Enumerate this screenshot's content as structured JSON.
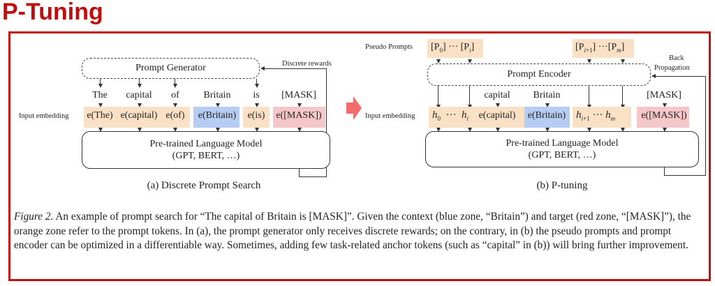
{
  "slide_title": "P-Tuning",
  "frame_color": "#c40f0f",
  "zone_colors": {
    "orange": "#fae1c6",
    "blue": "#b5cdf3",
    "red": "#f6c7c9",
    "transition_arrow": "#f46b6e"
  },
  "panel_a": {
    "generator_label": "Prompt Generator",
    "feedback_label": "Discrete rewards",
    "row_label": "Input embedding",
    "tokens": [
      "The",
      "capital",
      "of",
      "Britain",
      "is",
      "[MASK]"
    ],
    "embeddings": [
      "e(The)",
      "e(capital)",
      "e(of)",
      "e(Britain)",
      "e(is)",
      "e([MASK])"
    ],
    "model_line1": "Pre-trained Language Model",
    "model_line2": "(GPT, BERT, …)",
    "subcaption": "(a) Discrete Prompt Search"
  },
  "panel_b": {
    "pseudo_label": "Pseudo Prompts",
    "pseudo_left": "[P0] ··· [Pi]",
    "pseudo_right": "[Pi+1] ··· [Pm]",
    "encoder_label": "Prompt Encoder",
    "feedback_label_1": "Back",
    "feedback_label_2": "Propagation",
    "row_label": "Input embedding",
    "tokens": [
      "capital",
      "Britain",
      "[MASK]"
    ],
    "embeddings": [
      "h0 ··· hi",
      "e(capital)",
      "e(Britain)",
      "hi+1 ··· hm",
      "e([MASK])"
    ],
    "model_line1": "Pre-trained Language Model",
    "model_line2": "(GPT, BERT, …)",
    "subcaption": "(b) P-tuning"
  },
  "caption": {
    "label": "Figure 2.",
    "text": " An example of prompt search for “The capital of Britain is [MASK]”. Given the context (blue zone, “Britain”) and target (red zone, “[MASK]”), the orange zone refer to the prompt tokens. In (a), the prompt generator only receives discrete rewards; on the contrary, in (b) the pseudo prompts and prompt encoder can be optimized in a differentiable way. Sometimes, adding few task-related anchor tokens (such as “capital” in (b)) will bring further improvement."
  }
}
